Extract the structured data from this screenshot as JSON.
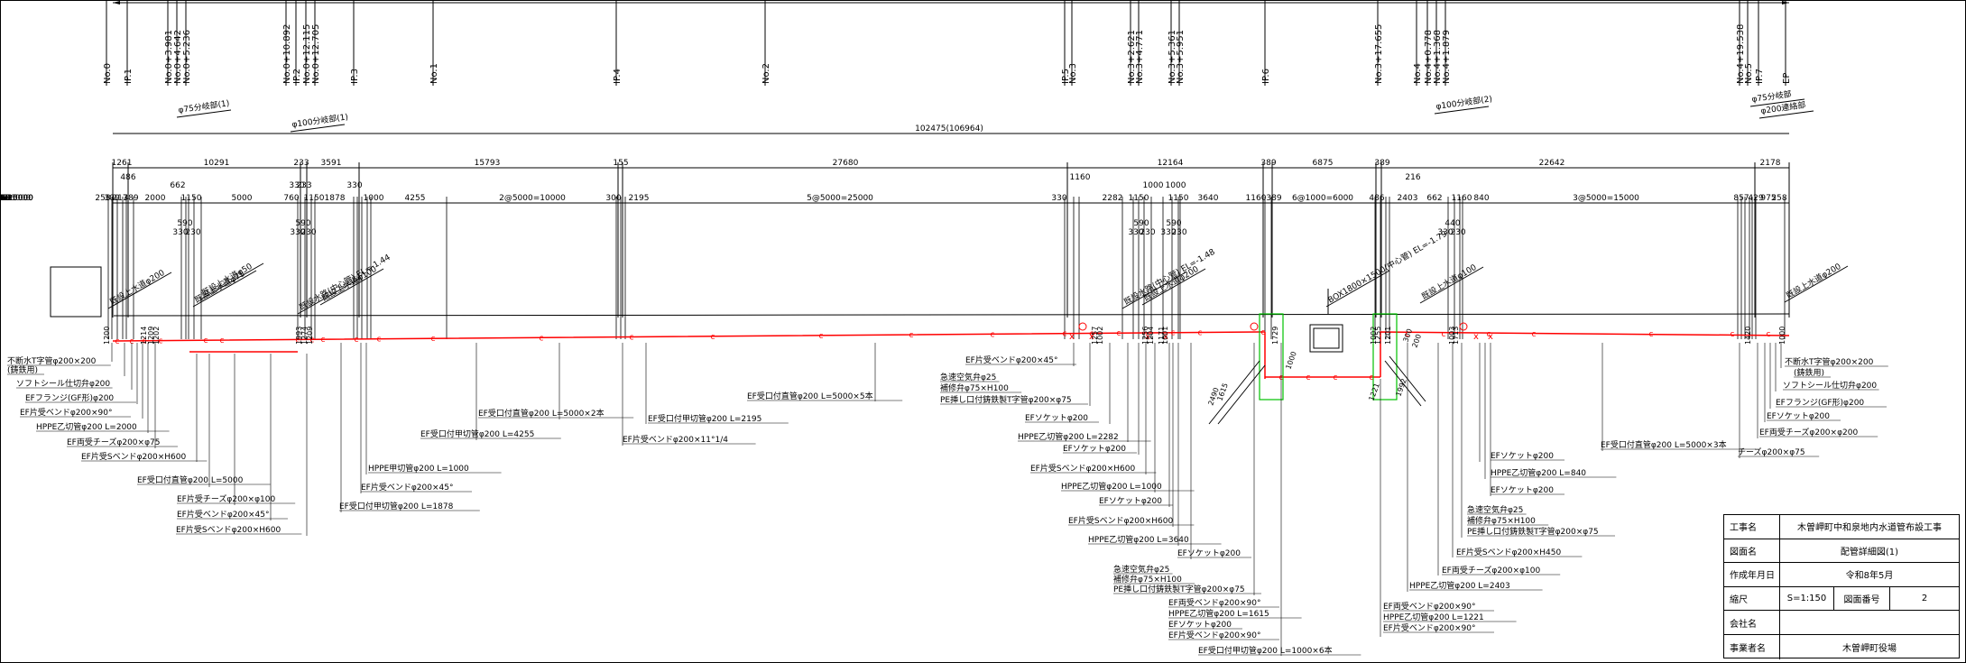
{
  "sections": [
    "No.0",
    "IP.1",
    "No.0+3.981",
    "No.0+4.642",
    "No.0+5.236",
    "No.0+10.892",
    "IP.2",
    "No.0+12.115",
    "No.0+12.705",
    "IP.3",
    "No.1",
    "IP.4",
    "No.2",
    "IP.5",
    "No.3",
    "No.3+2.621",
    "No.3+4.771",
    "No.3+5.361",
    "No.3+5.951",
    "IP.6",
    "No.3+17.655",
    "No.4",
    "No.4+0.778",
    "No.4+1.368",
    "No.4+1.879",
    "No.4+19.538",
    "No.5",
    "IP.7",
    "EP"
  ],
  "branch_labels": [
    "φ75分岐部(1)",
    "φ100分岐部(1)",
    "φ100分岐部(2)",
    "φ75分岐部",
    "φ200連絡部"
  ],
  "total_length": "102475(106964)",
  "dim_row1": [
    "1261",
    "10291",
    "233",
    "3591",
    "15793",
    "155",
    "27680",
    "12164",
    "389",
    "6875",
    "389",
    "22642",
    "2178"
  ],
  "dim_row2": [
    "486",
    "662",
    "330",
    "233",
    "330",
    "1160",
    "1000",
    "1000",
    "216"
  ],
  "dim_row3": [
    "258",
    "300",
    "217",
    "389",
    "2000",
    "1150",
    "5000",
    "760",
    "1150",
    "1878",
    "1000",
    "4255",
    "2@5000=10000",
    "300",
    "2195",
    "5@5000=25000",
    "330",
    "2282",
    "1150",
    "1150",
    "3640",
    "1160",
    "389",
    "6@1000=6000",
    "486",
    "2403",
    "662",
    "1160",
    "840",
    "3@5000=15000",
    "857",
    "429",
    "975",
    "258"
  ],
  "dim_small": [
    "590",
    "330",
    "230",
    "590",
    "330",
    "230",
    "590",
    "330",
    "230",
    "590",
    "330",
    "230",
    "440",
    "330",
    "230"
  ],
  "diag_labels": [
    "既設上水道φ200",
    "既設上水道φ75",
    "既設上水道φ50",
    "既設水路(中心管) EL=-1.44",
    "既設上水道φ100",
    "既設水路(中心管) EL=-1.48",
    "既設上水道φ200",
    "BOX1800×1500(中心管) EL=-1.79",
    "既設上水道φ100",
    "既設上水道φ200"
  ],
  "vert_labels": [
    "1200",
    "1214",
    "1209",
    "1202",
    "1993",
    "1274",
    "1209",
    "1257",
    "1002",
    "1256",
    "1204",
    "1171",
    "1001",
    "1729",
    "1002",
    "1255",
    "1201",
    "1003",
    "1713",
    "1420",
    "1000"
  ],
  "left_callouts": [
    "不断水T字管φ200×200",
    "(鋳鉄用)",
    "ソフトシール仕切弁φ200",
    "EFフランジ(GF形)φ200",
    "EF片受ベンドφ200×90°",
    "HPPE乙切管φ200 L=2000",
    "EF両受チーズφ200×φ75",
    "EF片受Sベンドφ200×H600",
    "EF受口付直管φ200 L=5000",
    "EF片受チーズφ200×φ100",
    "EF片受ベンドφ200×45°",
    "EF片受Sベンドφ200×H600",
    "HPPE甲切管φ200 L=1000",
    "EF片受ベンドφ200×45°",
    "EF受口付甲切管φ200 L=1878",
    "EF受口付甲切管φ200 L=4255",
    "EF受口付直管φ200 L=5000×2本",
    "EF受口付甲切管φ200 L=2195",
    "EF片受ベンドφ200×11°1/4",
    "EF受口付直管φ200 L=5000×5本"
  ],
  "mid_callouts": [
    "EF片受ベンドφ200×45°",
    "急速空気弁φ25",
    "補修弁φ75×H100",
    "PE挿し口付鋳鉄製T字管φ200×φ75",
    "EFソケットφ200",
    "HPPE乙切管φ200 L=2282",
    "EFソケットφ200",
    "EF片受Sベンドφ200×H600",
    "HPPE乙切管φ200 L=1000",
    "EFソケットφ200",
    "EF片受Sベンドφ200×H600",
    "HPPE乙切管φ200 L=3640",
    "EFソケットφ200",
    "急速空気弁φ25",
    "補修弁φ75×H100",
    "PE挿し口付鋳鉄製T字管φ200×φ75",
    "EF両受ベンドφ200×90°",
    "HPPE乙切管φ200 L=1615",
    "EFソケットφ200",
    "EF片受ベンドφ200×90°",
    "EF受口付甲切管φ200 L=1000×6本"
  ],
  "right_callouts": [
    "EF両受ベンドφ200×90°",
    "HPPE乙切管φ200 L=1221",
    "EF片受ベンドφ200×90°",
    "HPPE乙切管φ200 L=2403",
    "EF両受チーズφ200×φ100",
    "EF片受Sベンドφ200×H450",
    "急速空気弁φ25",
    "補修弁φ75×H100",
    "PE挿し口付鋳鉄製T字管φ200×φ75",
    "EFソケットφ200",
    "HPPE乙切管φ200 L=840",
    "EFソケットφ200",
    "EF受口付直管φ200 L=5000×3本",
    "不断水T字管φ200×200",
    "(鋳鉄用)",
    "ソフトシール仕切弁φ200",
    "EFフランジ(GF形)φ200",
    "EFソケットφ200",
    "EF両受チーズφ200×φ200",
    "チーズφ200×φ75"
  ],
  "dim_diag": [
    "2490",
    "1615",
    "1221",
    "1992",
    "1000",
    "300",
    "200"
  ],
  "title_block": {
    "project_label": "工事名",
    "project_value": "木曽岬町中和泉地内水道管布設工事",
    "drawing_label": "図面名",
    "drawing_value": "配管詳細図(1)",
    "date_label": "作成年月日",
    "date_value": "令和8年5月",
    "scale_label": "縮尺",
    "scale_value": "S=1:150",
    "number_label": "図面番号",
    "number_value": "2",
    "company_label": "会社名",
    "company_value": "",
    "owner_label": "事業者名",
    "owner_value": "木曽岬町役場"
  },
  "colors": {
    "pipe": "#ff0000",
    "box": "#00c000",
    "line": "#000000"
  }
}
